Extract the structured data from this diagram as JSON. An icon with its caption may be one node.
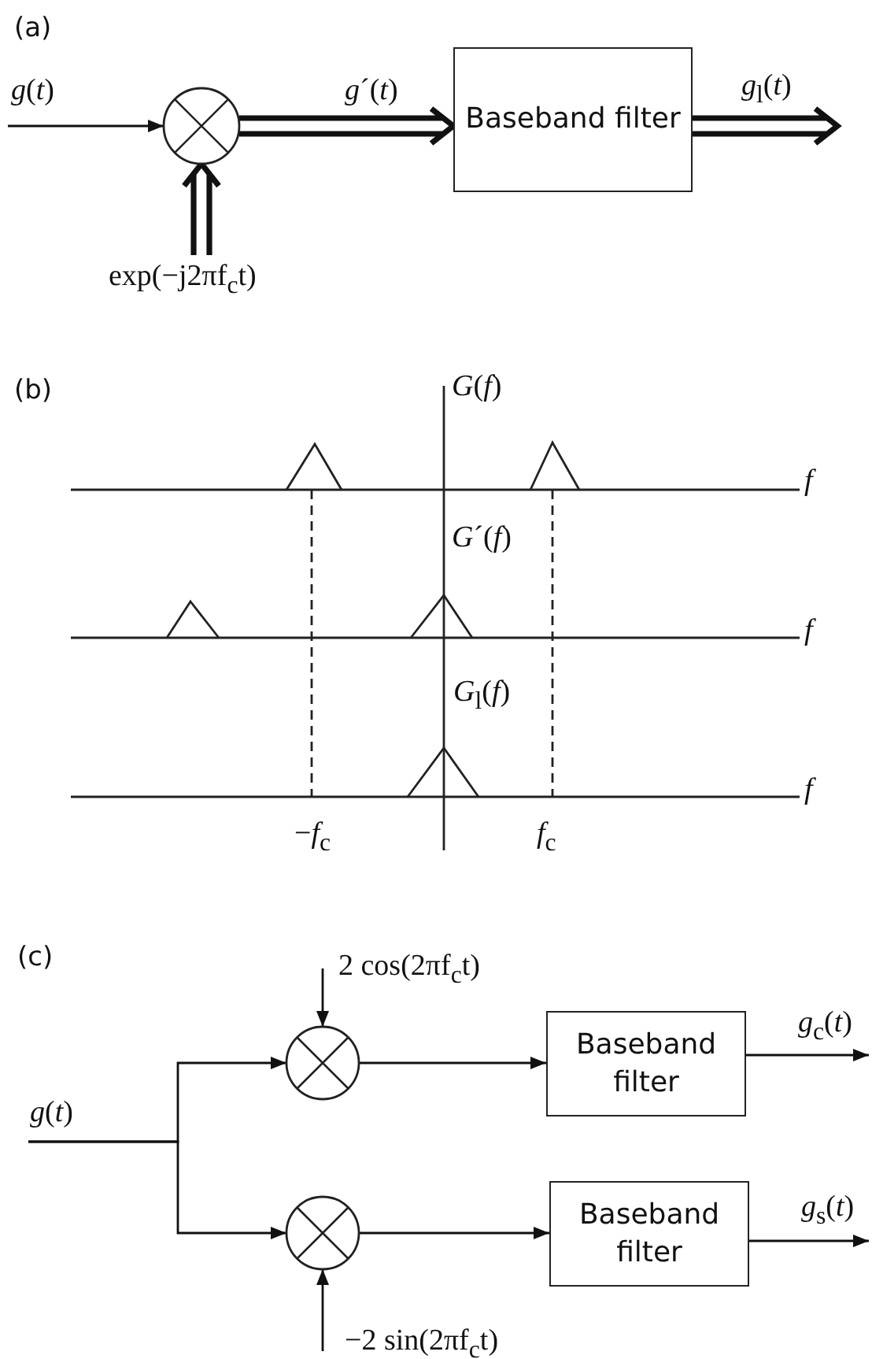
{
  "diagram": {
    "nodes": [
      {
        "text": [],
        "shape": "circle"
      },
      {
        "text": [
          "Baseband filter"
        ]
      },
      {
        "text": [],
        "shape": "circle"
      },
      {
        "text": [
          "Baseband filter"
        ]
      },
      {
        "text": [],
        "shape": "circle"
      },
      {
        "text": [
          "Baseband filter"
        ]
      }
    ],
    "edges": [
      {
        "from": null,
        "to": 0,
        "arrow": "to",
        "label": "*g*(*t*)"
      },
      {
        "from": 0,
        "to": 1,
        "arrow": "to",
        "style": "thick",
        "label": "*g*´(*t*)"
      },
      {
        "from": 1,
        "to": null,
        "arrow": "to",
        "style": "thick",
        "label": "*g*$_{l}$(*t*)"
      },
      {
        "from": null,
        "to": 0,
        "arrow": "to",
        "style": "thick",
        "label": "exp(−j2πf$_{c}$t)"
      },
      {
        "from": null,
        "to": 2,
        "arrow": "to",
        "label": "*g*(*t*)"
      },
      {
        "from": null,
        "to": 4,
        "arrow": "to"
      },
      {
        "from": null,
        "to": 2,
        "arrow": "to",
        "label": "2 cos(2πf$_{c}$t)"
      },
      {
        "from": 2,
        "to": 3,
        "arrow": "to"
      },
      {
        "from": 3,
        "to": null,
        "arrow": "to",
        "label": "*g*$_{c}$(*t*)"
      },
      {
        "from": null,
        "to": 4,
        "arrow": "to",
        "label": "−2 sin(2πf$_{c}$t)"
      },
      {
        "from": 4,
        "to": 5,
        "arrow": "to"
      },
      {
        "from": 5,
        "to": null,
        "arrow": "to",
        "label": "*g*$_{s}$(*t*)"
      }
    ],
    "labels": [
      "(a)",
      "(b)",
      "*G*(*f*)",
      "*f*",
      "*G*´(*f*)",
      "*f*",
      "*G*$_{l}$(*f*)",
      "*f*",
      "−*f*$_{c}$",
      "*f*$_{c}$",
      "(c)"
    ]
  }
}
